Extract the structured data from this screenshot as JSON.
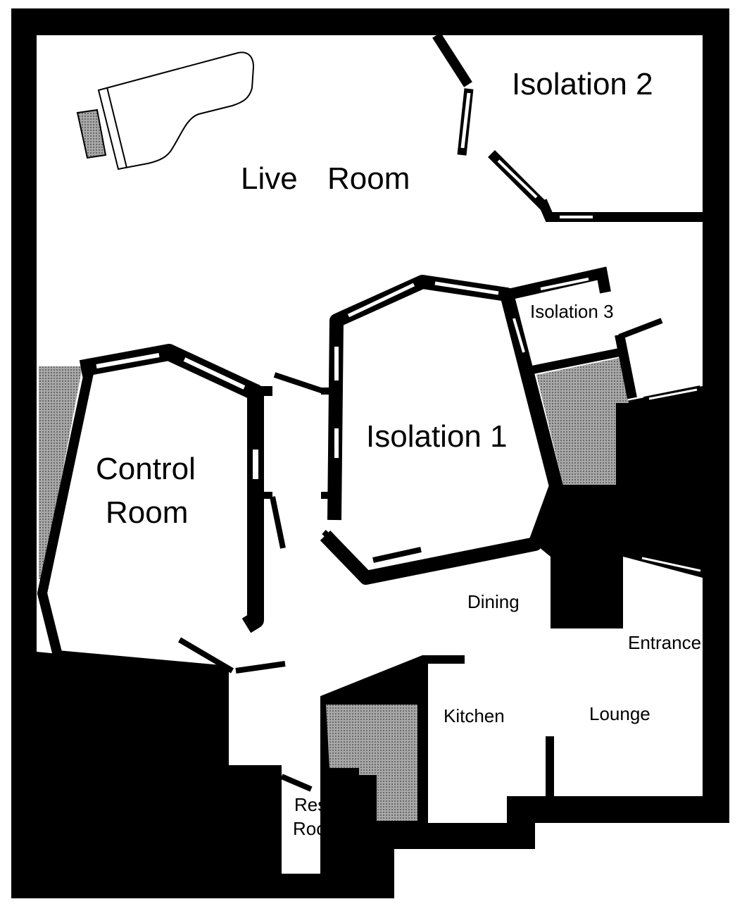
{
  "colors": {
    "wall": "#000000",
    "floor": "#ffffff",
    "hatch": "#a8a8a8",
    "hatch_dot": "#5a5a5a"
  },
  "rooms": {
    "live_room_word1": "Live",
    "live_room_word2": "Room",
    "isolation_2": "Isolation 2",
    "isolation_3": "Isolation 3",
    "isolation_1": "Isolation 1",
    "control_room_line1": "Control",
    "control_room_line2": "Room",
    "dining": "Dining",
    "entrance": "Entrance",
    "kitchen": "Kitchen",
    "lounge": "Lounge",
    "rest_room_line1": "Rest",
    "rest_room_line2": "Room"
  },
  "icons": {
    "piano": "grand-piano-icon",
    "bench": "piano-bench-icon"
  }
}
